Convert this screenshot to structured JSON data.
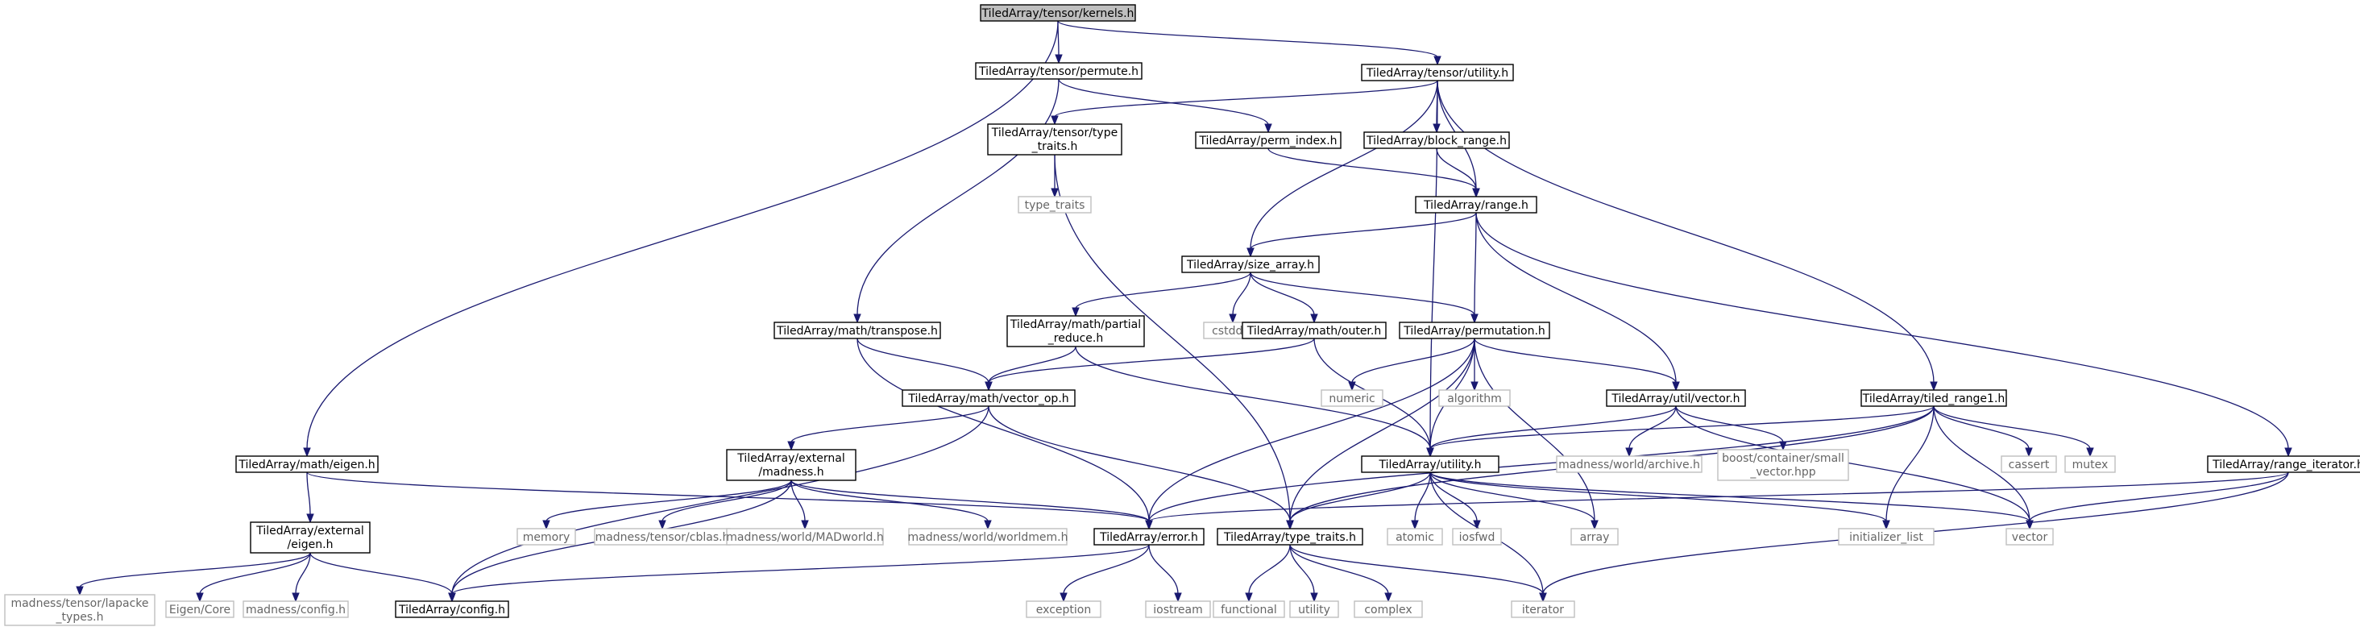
{
  "diagram": {
    "colors": {
      "edge": "#191970",
      "node_border": "#000000",
      "system_border": "#bfbfbf",
      "root_fill": "#bfbfbf",
      "system_text": "#666666"
    },
    "nodes": [
      {
        "id": "kernels",
        "label": "TiledArray/tensor/kernels.h",
        "kind": "root"
      },
      {
        "id": "permute",
        "label": "TiledArray/tensor/permute.h",
        "kind": "code"
      },
      {
        "id": "tutility",
        "label": "TiledArray/tensor/utility.h",
        "kind": "code"
      },
      {
        "id": "ttraits",
        "label": [
          "TiledArray/tensor/type",
          "_traits.h"
        ],
        "kind": "code"
      },
      {
        "id": "permindex",
        "label": "TiledArray/perm_index.h",
        "kind": "code"
      },
      {
        "id": "blockrange",
        "label": "TiledArray/block_range.h",
        "kind": "code"
      },
      {
        "id": "type_traits_sys",
        "label": "type_traits",
        "kind": "sys"
      },
      {
        "id": "range",
        "label": "TiledArray/range.h",
        "kind": "code"
      },
      {
        "id": "sizearray",
        "label": "TiledArray/size_array.h",
        "kind": "code"
      },
      {
        "id": "transpose",
        "label": "TiledArray/math/transpose.h",
        "kind": "code"
      },
      {
        "id": "partial",
        "label": [
          "TiledArray/math/partial",
          "_reduce.h"
        ],
        "kind": "code"
      },
      {
        "id": "cstddef",
        "label": "cstddef",
        "kind": "sys"
      },
      {
        "id": "outer",
        "label": "TiledArray/math/outer.h",
        "kind": "code"
      },
      {
        "id": "permutation",
        "label": "TiledArray/permutation.h",
        "kind": "code"
      },
      {
        "id": "vectorop",
        "label": "TiledArray/math/vector_op.h",
        "kind": "code"
      },
      {
        "id": "numeric",
        "label": "numeric",
        "kind": "sys"
      },
      {
        "id": "algorithm",
        "label": "algorithm",
        "kind": "sys"
      },
      {
        "id": "uvector",
        "label": "TiledArray/util/vector.h",
        "kind": "code"
      },
      {
        "id": "tiledrange1",
        "label": "TiledArray/tiled_range1.h",
        "kind": "code"
      },
      {
        "id": "emadness",
        "label": [
          "TiledArray/external",
          "/madness.h"
        ],
        "kind": "code"
      },
      {
        "id": "autility",
        "label": "TiledArray/utility.h",
        "kind": "code"
      },
      {
        "id": "archive",
        "label": "madness/world/archive.h",
        "kind": "sys"
      },
      {
        "id": "smallvec",
        "label": [
          "boost/container/small",
          "_vector.hpp"
        ],
        "kind": "sys"
      },
      {
        "id": "cassert",
        "label": "cassert",
        "kind": "sys"
      },
      {
        "id": "mutex",
        "label": "mutex",
        "kind": "sys"
      },
      {
        "id": "rangeiter",
        "label": "TiledArray/range_iterator.h",
        "kind": "code"
      },
      {
        "id": "meigen",
        "label": "TiledArray/math/eigen.h",
        "kind": "code"
      },
      {
        "id": "eeigen",
        "label": [
          "TiledArray/external",
          "/eigen.h"
        ],
        "kind": "code"
      },
      {
        "id": "memory",
        "label": "memory",
        "kind": "sys"
      },
      {
        "id": "cblas",
        "label": "madness/tensor/cblas.h",
        "kind": "sys"
      },
      {
        "id": "madworld",
        "label": "madness/world/MADworld.h",
        "kind": "sys"
      },
      {
        "id": "worldmem",
        "label": "madness/world/worldmem.h",
        "kind": "sys"
      },
      {
        "id": "error",
        "label": "TiledArray/error.h",
        "kind": "code"
      },
      {
        "id": "atypetraits",
        "label": "TiledArray/type_traits.h",
        "kind": "code"
      },
      {
        "id": "atomic",
        "label": "atomic",
        "kind": "sys"
      },
      {
        "id": "iosfwd",
        "label": "iosfwd",
        "kind": "sys"
      },
      {
        "id": "array",
        "label": "array",
        "kind": "sys"
      },
      {
        "id": "initlist",
        "label": "initializer_list",
        "kind": "sys"
      },
      {
        "id": "vector",
        "label": "vector",
        "kind": "sys"
      },
      {
        "id": "lapacke",
        "label": [
          "madness/tensor/lapacke",
          "_types.h"
        ],
        "kind": "sys"
      },
      {
        "id": "eigencore",
        "label": "Eigen/Core",
        "kind": "sys"
      },
      {
        "id": "madconfig",
        "label": "madness/config.h",
        "kind": "sys"
      },
      {
        "id": "config",
        "label": "TiledArray/config.h",
        "kind": "code"
      },
      {
        "id": "exception",
        "label": "exception",
        "kind": "sys"
      },
      {
        "id": "iostream",
        "label": "iostream",
        "kind": "sys"
      },
      {
        "id": "functional",
        "label": "functional",
        "kind": "sys"
      },
      {
        "id": "utilitysys",
        "label": "utility",
        "kind": "sys"
      },
      {
        "id": "complex",
        "label": "complex",
        "kind": "sys"
      },
      {
        "id": "iterator",
        "label": "iterator",
        "kind": "sys"
      }
    ],
    "edges": [
      [
        "kernels",
        "permute"
      ],
      [
        "kernels",
        "tutility"
      ],
      [
        "kernels",
        "meigen"
      ],
      [
        "permute",
        "permindex"
      ],
      [
        "permute",
        "transpose"
      ],
      [
        "tutility",
        "ttraits"
      ],
      [
        "tutility",
        "blockrange"
      ],
      [
        "tutility",
        "range"
      ],
      [
        "tutility",
        "sizearray"
      ],
      [
        "tutility",
        "tiledrange1"
      ],
      [
        "tutility",
        "autility"
      ],
      [
        "ttraits",
        "type_traits_sys"
      ],
      [
        "ttraits",
        "atypetraits"
      ],
      [
        "permindex",
        "range"
      ],
      [
        "blockrange",
        "range"
      ],
      [
        "range",
        "sizearray"
      ],
      [
        "range",
        "permutation"
      ],
      [
        "range",
        "uvector"
      ],
      [
        "range",
        "rangeiter"
      ],
      [
        "sizearray",
        "partial"
      ],
      [
        "sizearray",
        "cstddef"
      ],
      [
        "sizearray",
        "outer"
      ],
      [
        "sizearray",
        "permutation"
      ],
      [
        "transpose",
        "vectorop"
      ],
      [
        "transpose",
        "error"
      ],
      [
        "partial",
        "vectorop"
      ],
      [
        "partial",
        "autility"
      ],
      [
        "outer",
        "vectorop"
      ],
      [
        "outer",
        "autility"
      ],
      [
        "permutation",
        "numeric"
      ],
      [
        "permutation",
        "algorithm"
      ],
      [
        "permutation",
        "uvector"
      ],
      [
        "permutation",
        "autility"
      ],
      [
        "permutation",
        "error"
      ],
      [
        "permutation",
        "atypetraits"
      ],
      [
        "permutation",
        "array"
      ],
      [
        "vectorop",
        "emadness"
      ],
      [
        "vectorop",
        "config"
      ],
      [
        "vectorop",
        "atypetraits"
      ],
      [
        "uvector",
        "autility"
      ],
      [
        "uvector",
        "archive"
      ],
      [
        "uvector",
        "smallvec"
      ],
      [
        "uvector",
        "vector"
      ],
      [
        "tiledrange1",
        "autility"
      ],
      [
        "tiledrange1",
        "cassert"
      ],
      [
        "tiledrange1",
        "mutex"
      ],
      [
        "tiledrange1",
        "vector"
      ],
      [
        "tiledrange1",
        "initlist"
      ],
      [
        "tiledrange1",
        "error"
      ],
      [
        "tiledrange1",
        "atypetraits"
      ],
      [
        "emadness",
        "memory"
      ],
      [
        "emadness",
        "cblas"
      ],
      [
        "emadness",
        "madworld"
      ],
      [
        "emadness",
        "worldmem"
      ],
      [
        "emadness",
        "error"
      ],
      [
        "emadness",
        "config"
      ],
      [
        "autility",
        "atypetraits"
      ],
      [
        "autility",
        "atomic"
      ],
      [
        "autility",
        "iosfwd"
      ],
      [
        "autility",
        "array"
      ],
      [
        "autility",
        "initlist"
      ],
      [
        "autility",
        "vector"
      ],
      [
        "autility",
        "iterator"
      ],
      [
        "rangeiter",
        "error"
      ],
      [
        "rangeiter",
        "vector"
      ],
      [
        "rangeiter",
        "iterator"
      ],
      [
        "meigen",
        "eeigen"
      ],
      [
        "meigen",
        "error"
      ],
      [
        "eeigen",
        "lapacke"
      ],
      [
        "eeigen",
        "eigencore"
      ],
      [
        "eeigen",
        "madconfig"
      ],
      [
        "eeigen",
        "config"
      ],
      [
        "error",
        "config"
      ],
      [
        "error",
        "exception"
      ],
      [
        "error",
        "iostream"
      ],
      [
        "atypetraits",
        "functional"
      ],
      [
        "atypetraits",
        "utilitysys"
      ],
      [
        "atypetraits",
        "complex"
      ],
      [
        "atypetraits",
        "iterator"
      ]
    ]
  }
}
